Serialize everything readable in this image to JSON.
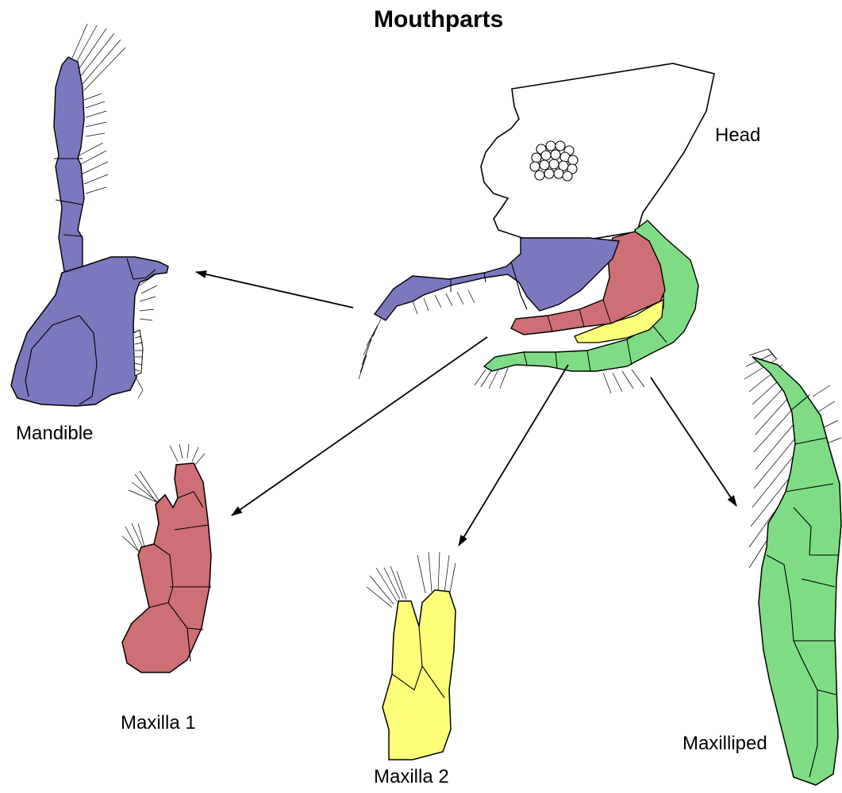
{
  "title": "Mouthparts",
  "labels": {
    "head": "Head",
    "mandible": "Mandible",
    "maxilla1": "Maxilla 1",
    "maxilla2": "Maxilla 2",
    "maxilliped": "Maxilliped"
  },
  "colors": {
    "mandible": "#7b78bd",
    "maxilla1": "#cd6f74",
    "maxilla2": "#ffff7a",
    "maxilliped": "#7fdc85",
    "outline": "#000000",
    "head": "#ffffff"
  }
}
